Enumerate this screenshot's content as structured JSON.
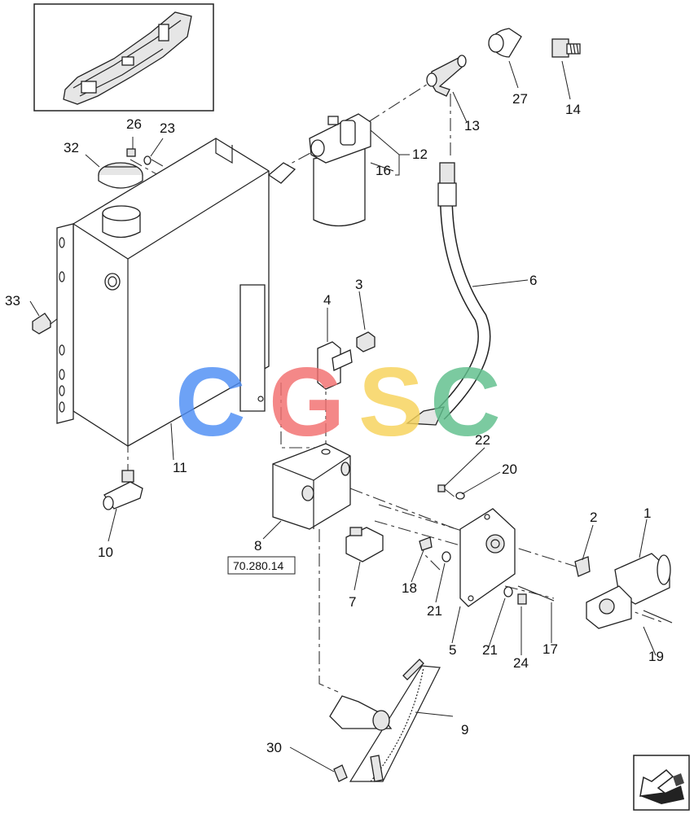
{
  "diagram": {
    "callouts": [
      "1",
      "2",
      "3",
      "4",
      "5",
      "6",
      "7",
      "8",
      "9",
      "10",
      "11",
      "12",
      "13",
      "14",
      "16",
      "17",
      "18",
      "19",
      "20",
      "21",
      "21",
      "22",
      "23",
      "24",
      "26",
      "27",
      "30",
      "32",
      "33"
    ],
    "reference_label": "70.280.14"
  },
  "watermark": {
    "letters": [
      "C",
      "G",
      "S",
      "C"
    ],
    "colors": [
      "#4e8ef5",
      "#f26f6f",
      "#f7d35a",
      "#5fbf8c"
    ]
  },
  "nav_icon": "next-page-arrow-icon"
}
